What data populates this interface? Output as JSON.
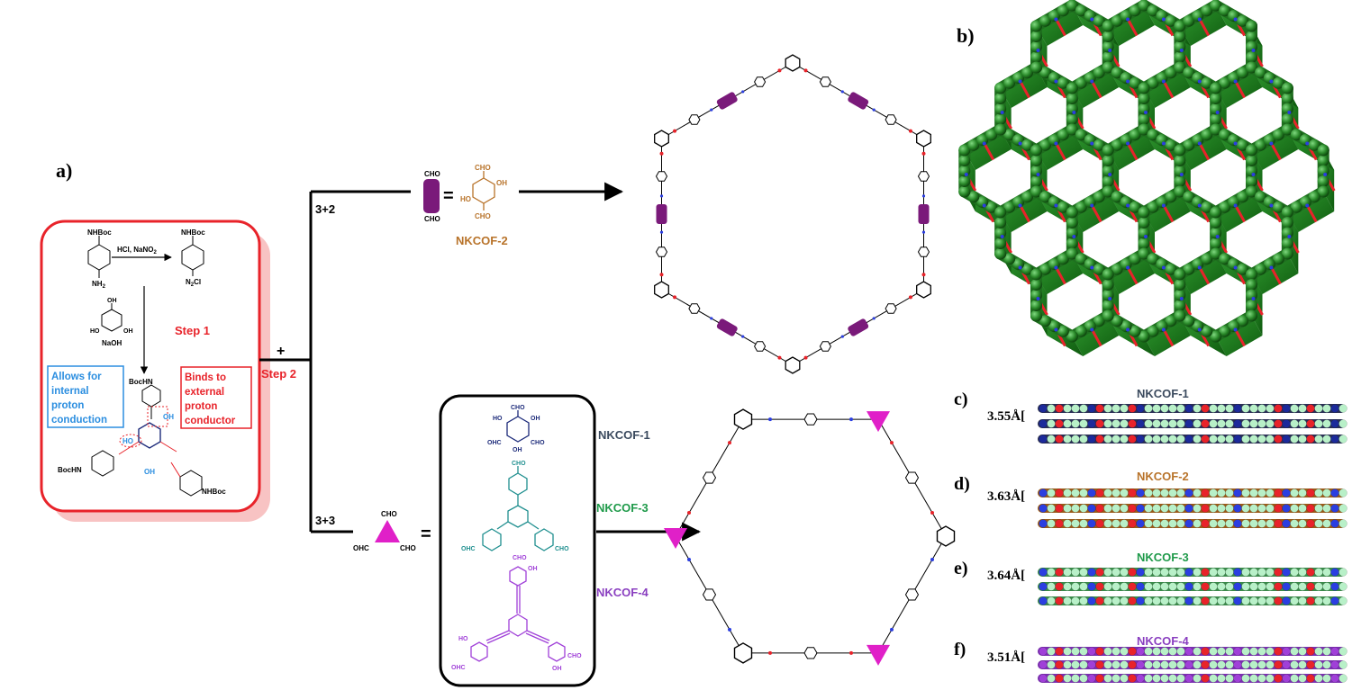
{
  "panels": {
    "a": "a)",
    "b": "b)",
    "c": "c)",
    "d": "d)",
    "e": "e)",
    "f": "f)"
  },
  "scheme": {
    "reagents_top": "HCl, NaNO",
    "reagents_top_sub": "2",
    "base": "NaOH",
    "step1": "Step 1",
    "step2": "Step 2",
    "plus": "+",
    "route_32": "3+2",
    "route_33": "3+3",
    "equals": "=",
    "nhboc": "NHBoc",
    "nh2": "NH",
    "nh2_sub": "2",
    "diazonium": "N",
    "diazonium_tail": "Cl",
    "bochn": "BocHN",
    "oh": "OH",
    "ho": "HO",
    "n": "N",
    "cho": "CHO",
    "ohc": "OHC"
  },
  "callouts": {
    "internal": [
      "Allows for",
      "internal",
      "proton",
      "conduction"
    ],
    "external": [
      "Binds to",
      "external",
      "proton",
      "conductor"
    ]
  },
  "cofs": {
    "nkcof1": "NKCOF-1",
    "nkcof2": "NKCOF-2",
    "nkcof3": "NKCOF-3",
    "nkcof4": "NKCOF-4"
  },
  "stacking": [
    {
      "label": "c)",
      "spacing": "3.55Å[",
      "name": "NKCOF-1",
      "color": "#3b4a5e"
    },
    {
      "label": "d)",
      "spacing": "3.63Å[",
      "name": "NKCOF-2",
      "color": "#b8732a"
    },
    {
      "label": "e)",
      "spacing": "3.64Å[",
      "name": "NKCOF-3",
      "color": "#1f9a4a"
    },
    {
      "label": "f)",
      "spacing": "3.51Å[",
      "name": "NKCOF-4",
      "color": "#8a3fc0"
    }
  ],
  "colors": {
    "red": "#e8232a",
    "blue": "#2b8ee0",
    "navy": "#1c2a7a",
    "purple_linker": "#7a1a7a",
    "orange": "#b8732a",
    "teal": "#1f8f8f",
    "violet": "#a040d8",
    "magenta": "#e020c8",
    "green_framework": "#1e7a1e"
  }
}
